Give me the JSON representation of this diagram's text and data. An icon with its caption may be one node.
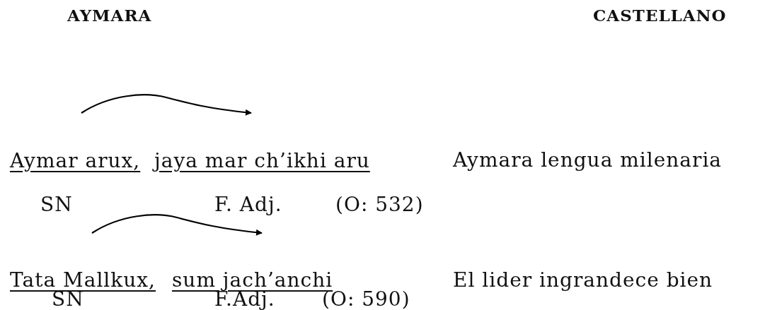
{
  "diagram": {
    "nodes": [
      {
        "text": [
          "Aymar arux,"
        ]
      },
      {
        "text": [
          "jaya mar ch’ikhi aru"
        ]
      },
      {
        "text": [
          "Tata Mallkux,"
        ]
      },
      {
        "text": [
          "sum jach’anchi"
        ]
      }
    ],
    "edges": [
      {
        "from": 0,
        "to": 1,
        "arrow": "to"
      },
      {
        "from": 2,
        "to": 3,
        "arrow": "to"
      }
    ],
    "labels": [
      "AYMARA",
      "CASTELLANO",
      "Aymara lengua milenaria",
      "SN",
      "F. Adj.",
      "(O: 532)",
      "El lider ingrandece bien",
      "SN",
      "F.Adj.",
      "(O: 590)"
    ]
  }
}
